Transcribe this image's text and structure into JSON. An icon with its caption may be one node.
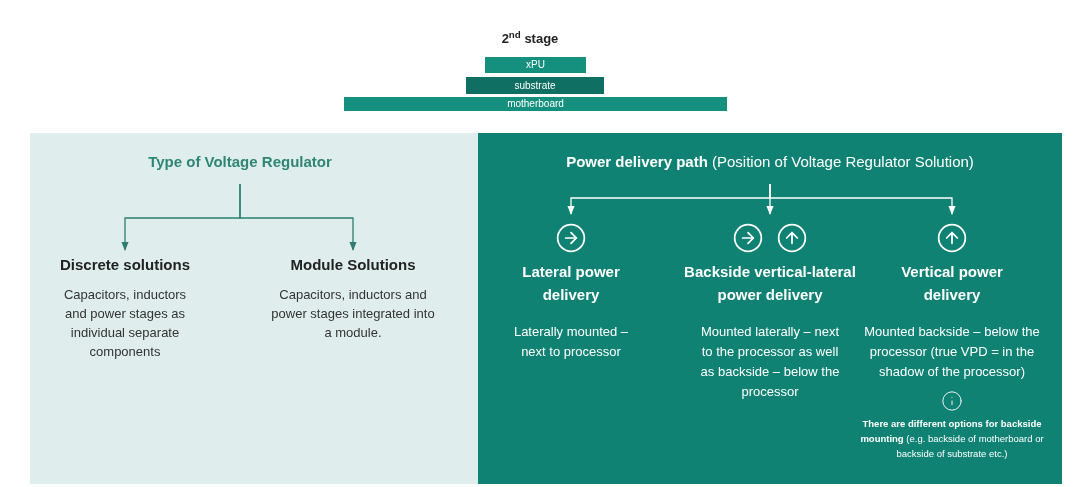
{
  "diagram": {
    "title": "2$^{nd}$ stage",
    "nodes": [
      {
        "text": [
          "xPU"
        ]
      },
      {
        "text": [
          "substrate"
        ]
      },
      {
        "text": [
          "motherboard"
        ]
      },
      {
        "text": [],
        "shape": "box"
      },
      {
        "text": [
          "Type of Voltage Regulator"
        ],
        "in": 3
      },
      {
        "text": [
          "Discrete solutions",
          "Capacitors, inductors and power stages as individual separate components"
        ],
        "in": 3
      },
      {
        "text": [
          "Module Solutions",
          "Capacitors, inductors and power stages integrated into a module."
        ],
        "in": 3
      },
      {
        "text": [],
        "shape": "box"
      },
      {
        "text": [
          "**Power delivery path** (Position of Voltage Regulator Solution)"
        ],
        "in": 7
      },
      {
        "text": [
          "Lateral power delivery",
          "Laterally mounted – next to processor"
        ],
        "in": 7
      },
      {
        "text": [
          "Backside vertical-lateral power delivery",
          "Mounted laterally – next to the processor as well as backside – below the processor"
        ],
        "in": 7
      },
      {
        "text": [
          "Vertical power delivery",
          "Mounted backside – below the processor (true VPD = in the shadow of the processor)",
          "**There are different options for backside mounting** (e.g. backside of motherboard or backside of substrate etc.)"
        ],
        "in": 7
      }
    ],
    "edges": [
      {
        "from": 4,
        "to": 5,
        "arrow": "to",
        "color": "#2f7d70"
      },
      {
        "from": 4,
        "to": 6,
        "arrow": "to",
        "color": "#2f7d70"
      },
      {
        "from": 8,
        "to": 9,
        "arrow": "to"
      },
      {
        "from": 8,
        "to": 10,
        "arrow": "to"
      },
      {
        "from": 8,
        "to": 11,
        "arrow": "to"
      }
    ]
  }
}
